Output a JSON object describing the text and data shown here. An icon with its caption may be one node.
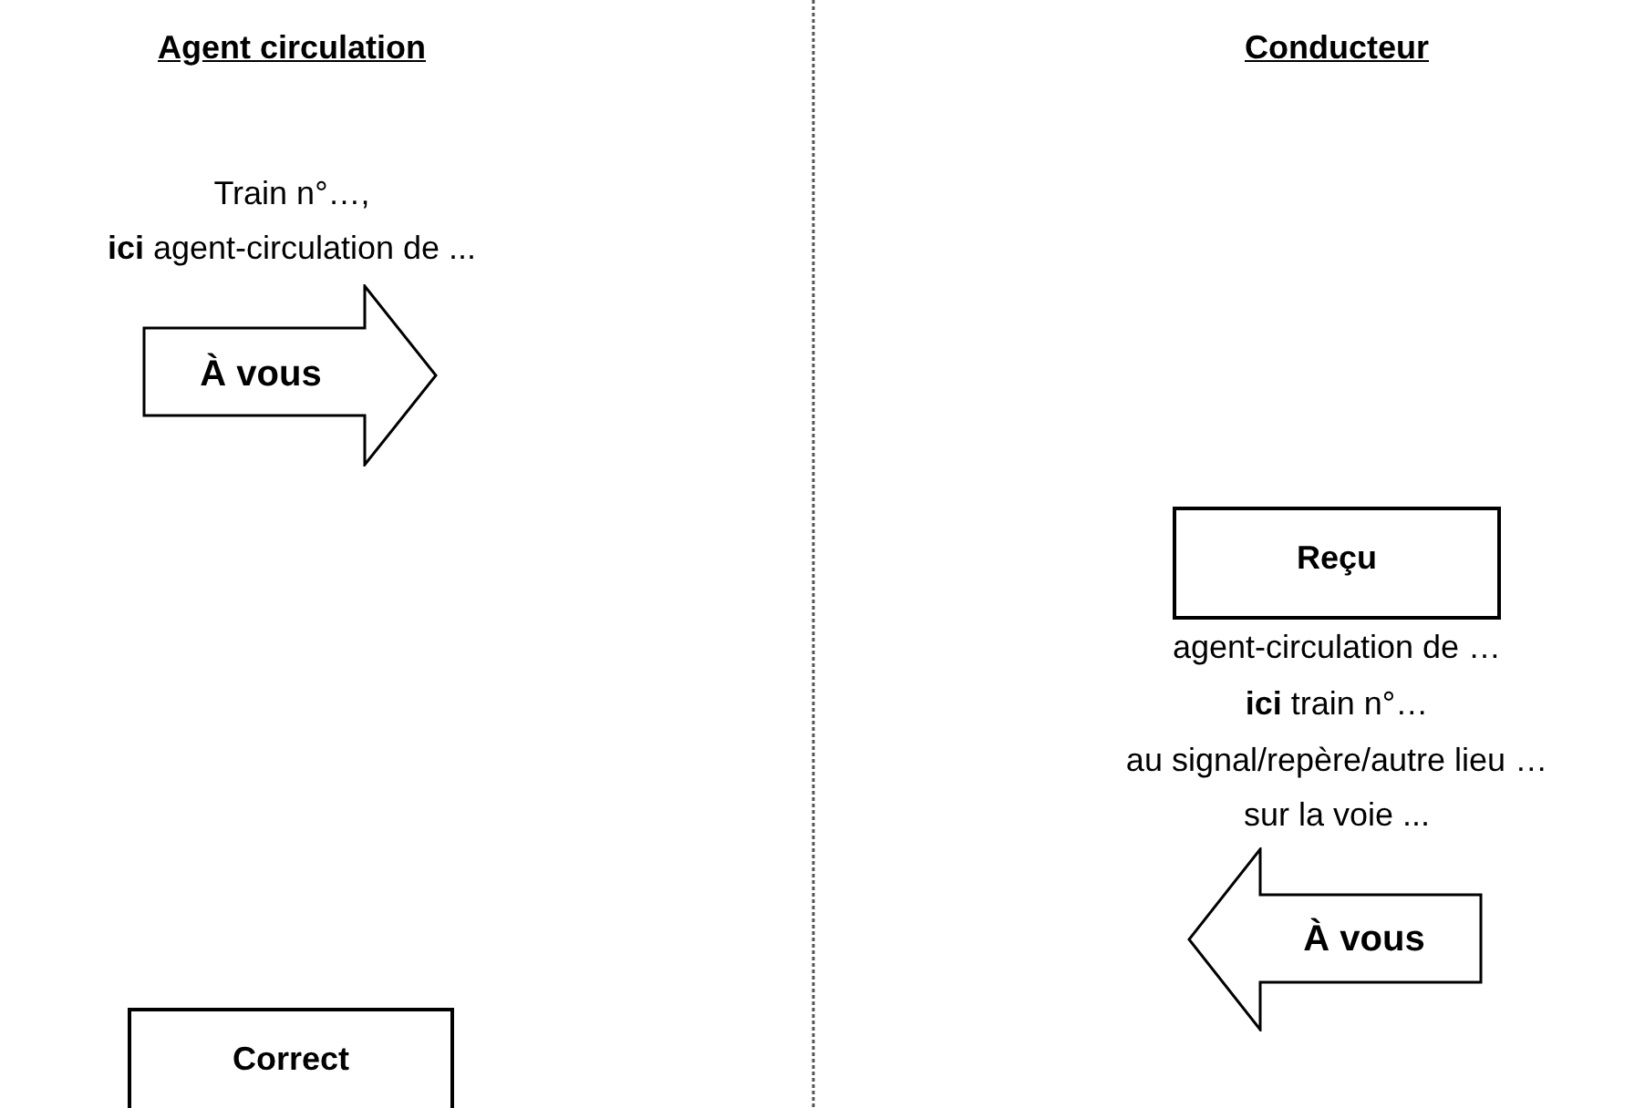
{
  "diagram": {
    "nodes": [
      {
        "text": [
          "À vous"
        ]
      },
      {
        "text": [
          "Reçu"
        ]
      },
      {
        "text": [
          "À vous"
        ]
      },
      {
        "text": [
          "Correct"
        ]
      }
    ],
    "labels": [
      "Agent circulation",
      "Conducteur",
      "Train n°…,",
      "**ici** agent-circulation de ...",
      "agent-circulation de …",
      "**ici** train n°…",
      "au signal/repère/autre lieu …",
      "sur la voie ..."
    ]
  }
}
